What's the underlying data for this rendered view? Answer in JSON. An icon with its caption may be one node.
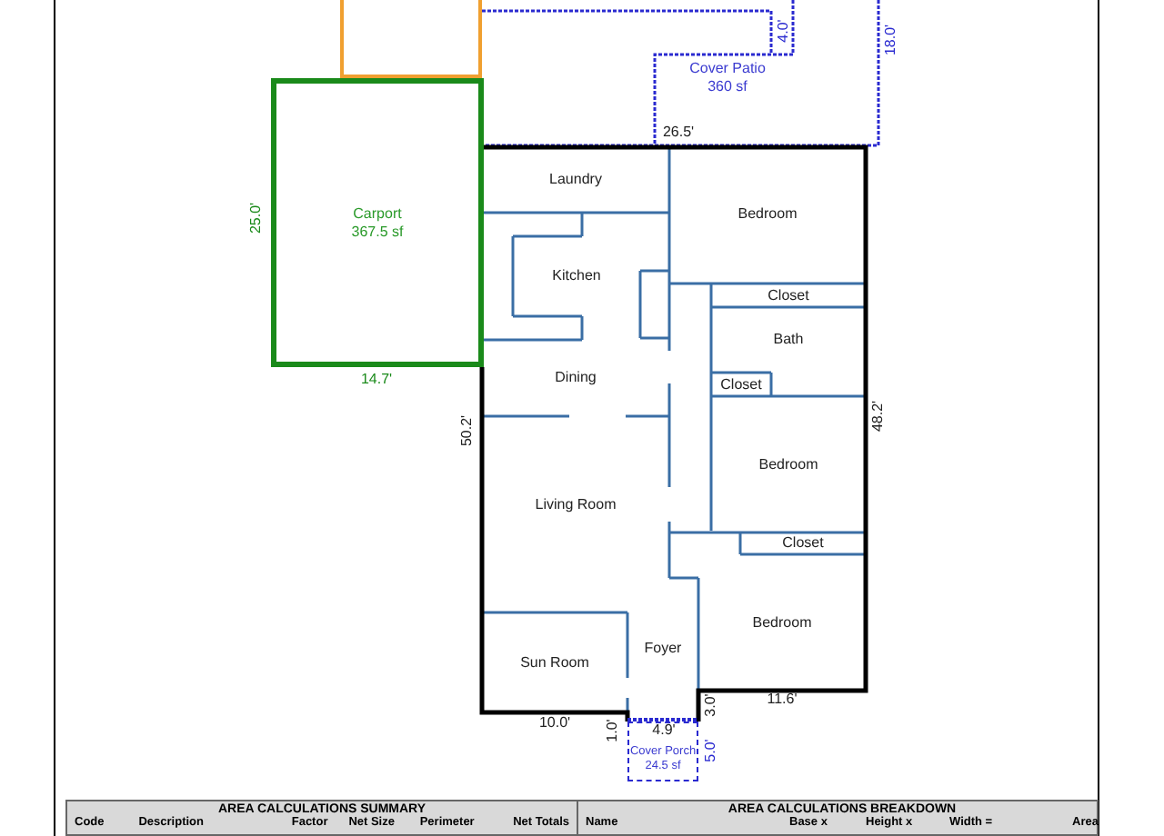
{
  "diagram": {
    "nodes": [
      {
        "text": [],
        "shape": "box"
      },
      {
        "text": [
          "Carport",
          "367.5 sf"
        ]
      },
      {
        "text": [
          "Cover Patio",
          "360 sf"
        ]
      },
      {
        "text": [
          "Laundry"
        ]
      },
      {
        "text": [
          "Kitchen"
        ]
      },
      {
        "text": [
          "Bedroom"
        ]
      },
      {
        "text": [
          "Closet"
        ]
      },
      {
        "text": [
          "Bath"
        ]
      },
      {
        "text": [
          "Closet"
        ]
      },
      {
        "text": [
          "Dining"
        ]
      },
      {
        "text": [
          "Bedroom"
        ]
      },
      {
        "text": [
          "Living Room"
        ]
      },
      {
        "text": [
          "Closet"
        ]
      },
      {
        "text": [
          "Bedroom"
        ]
      },
      {
        "text": [
          "Sun Room"
        ]
      },
      {
        "text": [
          "Foyer"
        ]
      },
      {
        "text": [
          "Cover Porch",
          "24.5 sf"
        ]
      }
    ],
    "edges": [],
    "labels": [
      "4.0'",
      "18.0'",
      "26.5'",
      "25.0'",
      "14.7'",
      "50.2'",
      "48.2'",
      "11.6'",
      "3.0'",
      "10.0'",
      "1.0'",
      "4.9'",
      "5.0'",
      "AREA CALCULATIONS SUMMARY",
      "AREA CALCULATIONS BREAKDOWN",
      "Code",
      "Description",
      "Factor",
      "Net Size",
      "Perimeter",
      "Net Totals",
      "Name",
      "Base x",
      "Height x",
      "Width =",
      "Area"
    ]
  }
}
